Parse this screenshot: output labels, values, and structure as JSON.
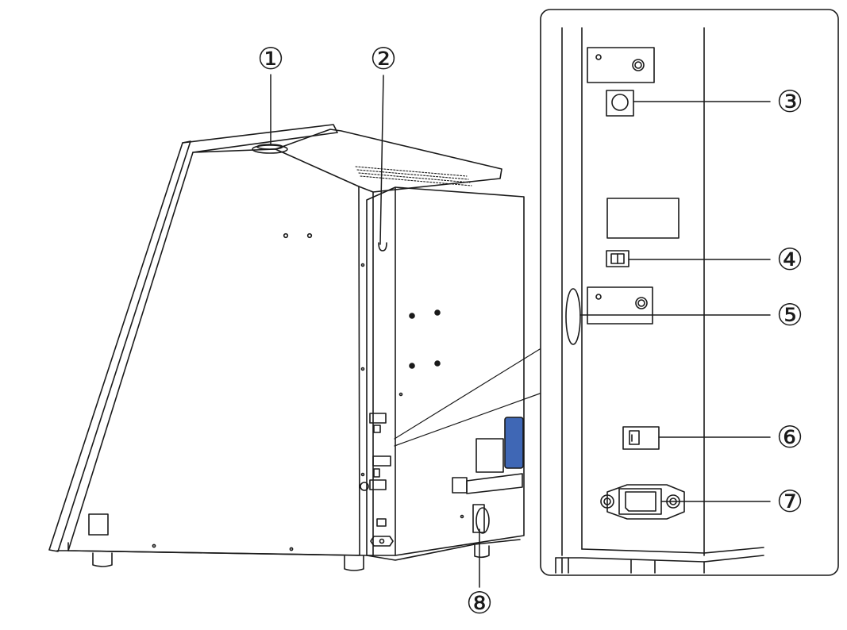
{
  "callouts": [
    {
      "id": "1",
      "label": "①"
    },
    {
      "id": "2",
      "label": "②"
    },
    {
      "id": "3",
      "label": "③"
    },
    {
      "id": "4",
      "label": "④"
    },
    {
      "id": "5",
      "label": "⑤"
    },
    {
      "id": "6",
      "label": "⑥"
    },
    {
      "id": "7",
      "label": "⑦"
    },
    {
      "id": "8",
      "label": "⑧"
    }
  ],
  "colors": {
    "line": "#1a1a1a",
    "highlight": "#3f67b5",
    "background": "#ffffff"
  }
}
